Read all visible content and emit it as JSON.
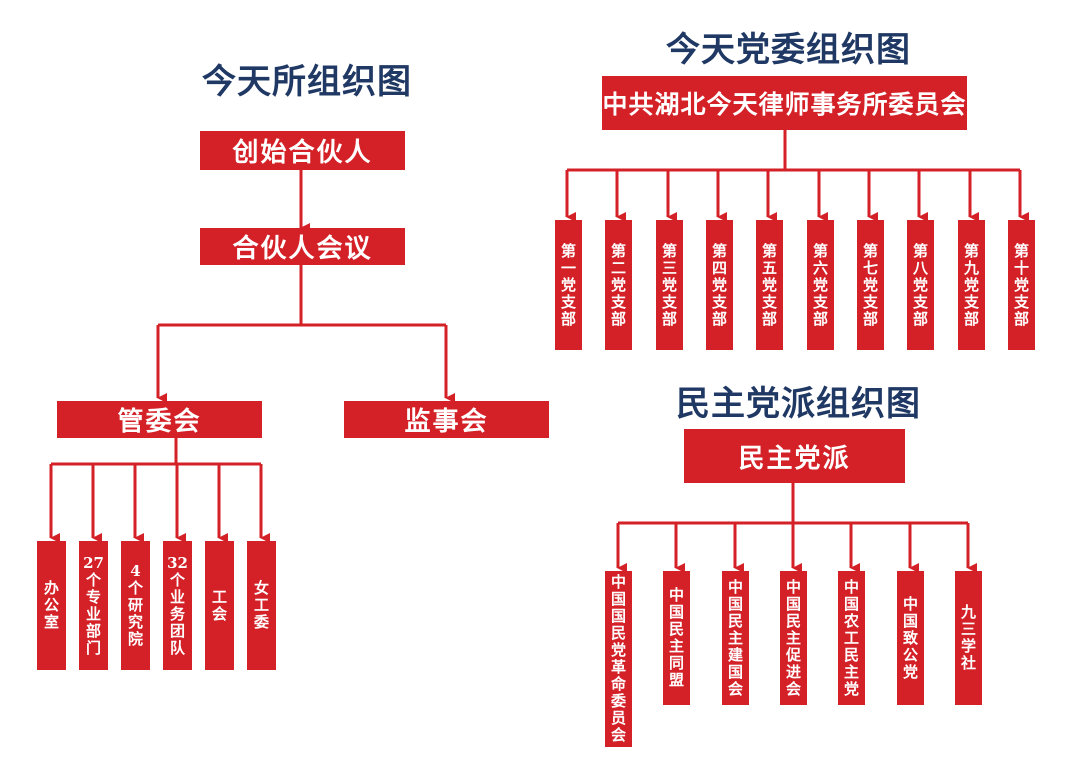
{
  "firm_chart": {
    "title": "今天所组织图",
    "founding_partners": "创始合伙人",
    "partners_meeting": "合伙人会议",
    "management_committee": "管委会",
    "supervisory_board": "监事会",
    "departments": [
      "办公室",
      "27个专业部门",
      "4个研究院",
      "32个业务团队",
      "工会",
      "女工委"
    ]
  },
  "party_chart": {
    "title": "今天党委组织图",
    "committee": "中共湖北今天律师事务所委员会",
    "branches": [
      "第一党支部",
      "第二党支部",
      "第三党支部",
      "第四党支部",
      "第五党支部",
      "第六党支部",
      "第七党支部",
      "第八党支部",
      "第九党支部",
      "第十党支部"
    ]
  },
  "democratic_chart": {
    "title": "民主党派组织图",
    "root": "民主党派",
    "parties": [
      "中国国民党革命委员会",
      "中国民主同盟",
      "中国民主建国会",
      "中国民主促进会",
      "中国农工民主党",
      "中国致公党",
      "九三学社"
    ]
  },
  "colors": {
    "box": "#d42027",
    "line": "#d42027",
    "title": "#1f3864"
  }
}
